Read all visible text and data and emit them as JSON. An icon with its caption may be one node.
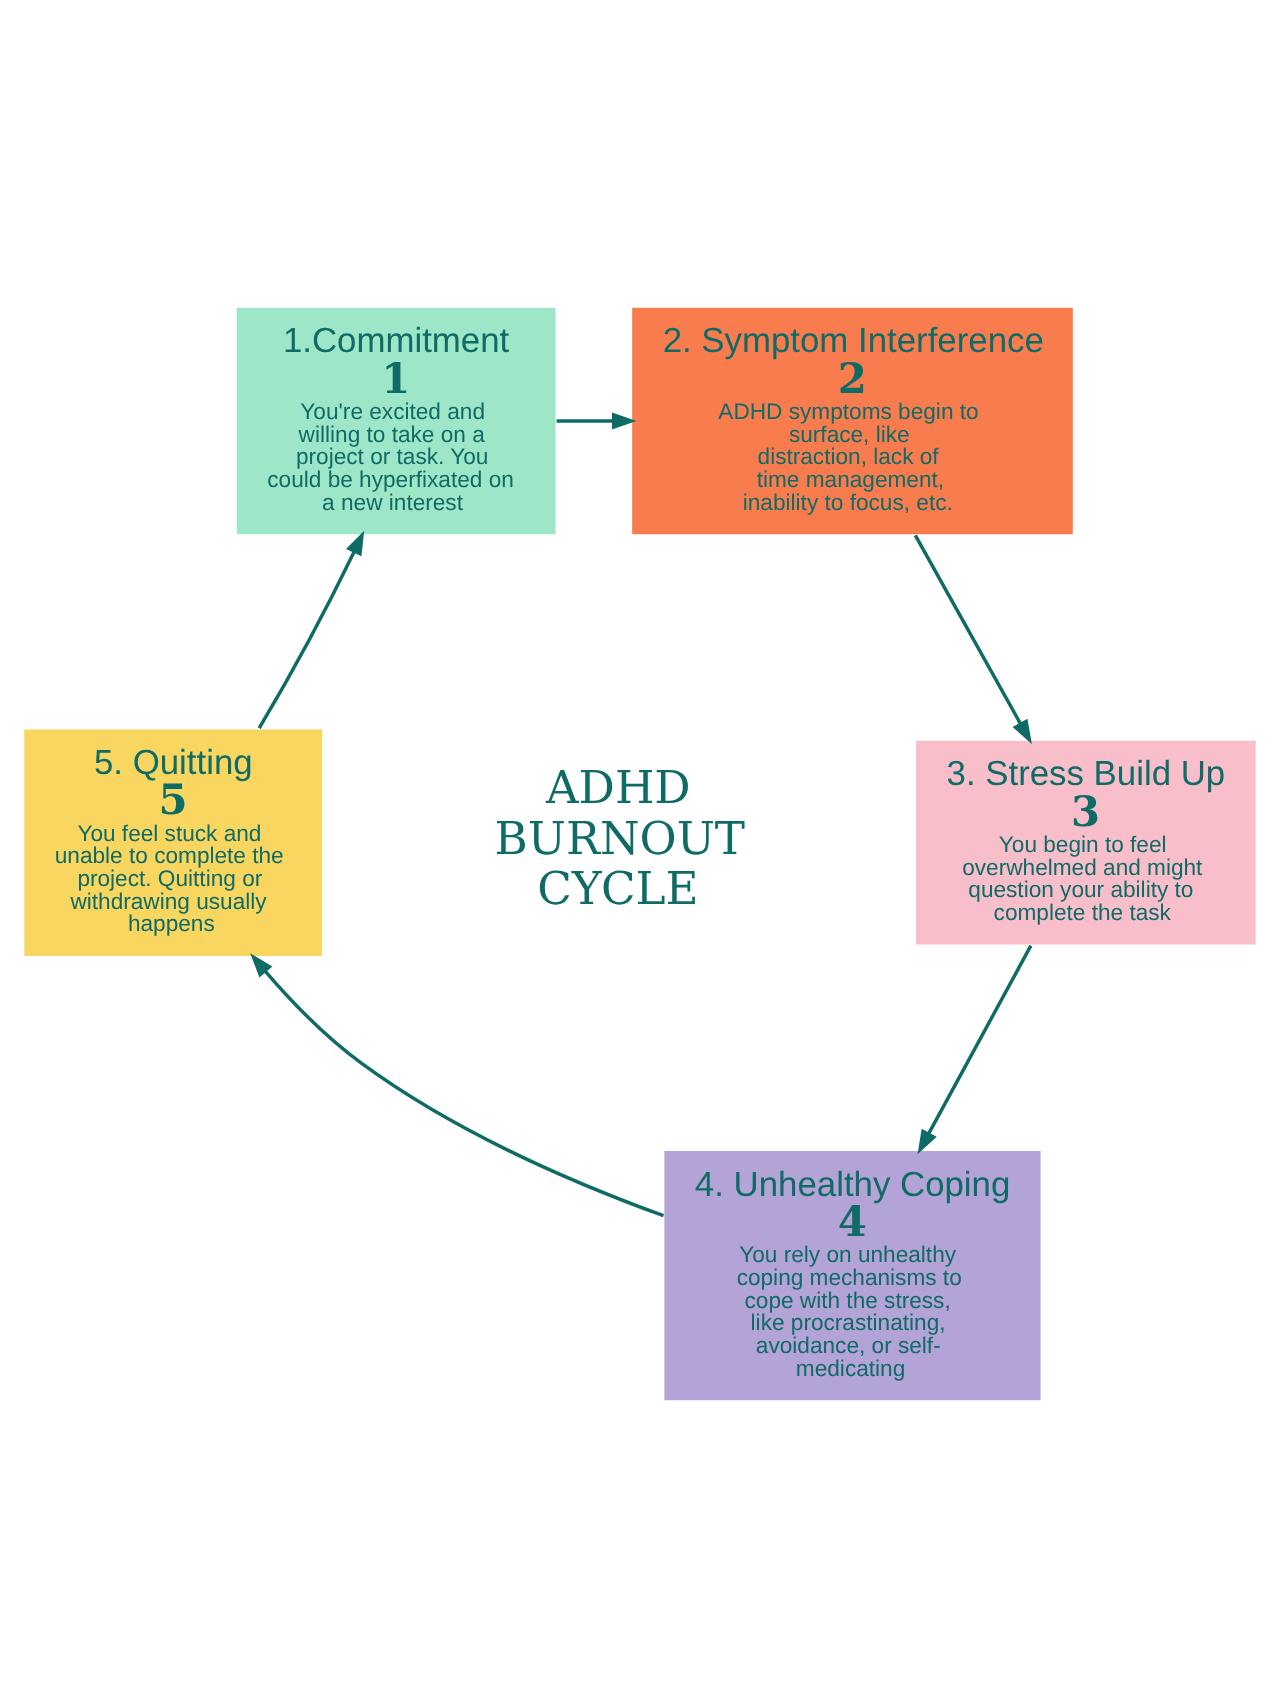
{
  "diagram": {
    "nodes": [
      {
        "text": [
          "1.Commitment",
          "1",
          "You're excited and willing to take on a project or task. You could be hyperfixated on a new interest"
        ]
      },
      {
        "text": [
          "2. Symptom Interference",
          "2",
          "ADHD symptoms begin to surface, like distraction, lack of time management, inability to focus, etc."
        ]
      },
      {
        "text": [
          "3. Stress Build Up",
          "3",
          "You begin to feel overwhelmed and might question your ability to complete the task"
        ]
      },
      {
        "text": [
          "4. Unhealthy Coping",
          "4",
          "You rely on unhealthy coping mechanisms to cope with the stress, like procrastinating, avoidance, or self-medicating"
        ]
      },
      {
        "text": [
          "5. Quitting",
          "5",
          "You feel stuck and unable to complete the project. Quitting or withdrawing usually happens"
        ]
      },
      {
        "text": [
          "ADHD BURNOUT CYCLE"
        ]
      }
    ],
    "edges": [
      {
        "from": 0,
        "to": 1,
        "arrow": "to"
      },
      {
        "from": 1,
        "to": 2,
        "arrow": "to"
      },
      {
        "from": 2,
        "to": 3,
        "arrow": "to"
      },
      {
        "from": 3,
        "to": 4,
        "arrow": "to"
      },
      {
        "from": 4,
        "to": 0,
        "arrow": "to"
      }
    ]
  }
}
